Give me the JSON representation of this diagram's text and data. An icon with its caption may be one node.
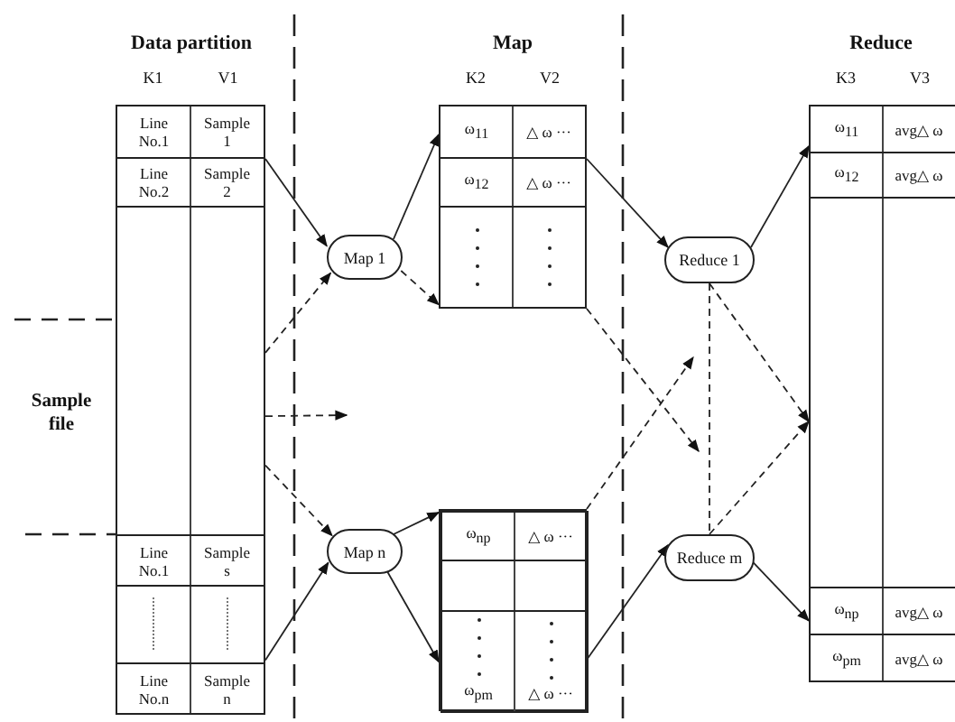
{
  "diagram": {
    "nodes": [
      {
        "text": [
          "Data partition",
          "K1",
          "V1"
        ]
      },
      {
        "text": [
          "Line No.1",
          "Sample 1"
        ],
        "in": 0
      },
      {
        "text": [
          "Line No.2",
          "Sample 2"
        ],
        "in": 0
      },
      {
        "text": [],
        "shape": "box",
        "in": 0
      },
      {
        "text": [
          "Line No.1",
          "Sample s"
        ],
        "in": 0
      },
      {
        "text": [],
        "shape": "box",
        "in": 0
      },
      {
        "text": [
          "Line No.n",
          "Sample n"
        ],
        "in": 0
      },
      {
        "text": [
          "Map 1"
        ]
      },
      {
        "text": [
          "Map n"
        ]
      },
      {
        "text": [
          "Map",
          "K2",
          "V2"
        ]
      },
      {
        "text": [
          "ω$_{11}$",
          "△ ω ···"
        ],
        "in": 9
      },
      {
        "text": [
          "ω$_{12}$",
          "△ ω ···"
        ],
        "in": 9
      },
      {
        "text": [],
        "shape": "box",
        "in": 9
      },
      {
        "text": [],
        "shape": "box"
      },
      {
        "text": [
          "ω$_{np}$",
          "△ ω ···"
        ],
        "in": 13
      },
      {
        "text": [],
        "shape": "box",
        "in": 13
      },
      {
        "text": [
          "ω$_{pm}$",
          "△ ω ···"
        ],
        "in": 13
      },
      {
        "text": [
          "Reduce 1"
        ]
      },
      {
        "text": [
          "Reduce m"
        ]
      },
      {
        "text": [
          "Reduce",
          "K3",
          "V3"
        ]
      },
      {
        "text": [
          "ω$_{11}$",
          "avg△ ω"
        ],
        "in": 19
      },
      {
        "text": [
          "ω$_{12}$",
          "avg△ ω"
        ],
        "in": 19
      },
      {
        "text": [],
        "shape": "box",
        "in": 19
      },
      {
        "text": [
          "ω$_{np}$",
          "avg△ ω"
        ],
        "in": 19
      },
      {
        "text": [
          "ω$_{pm}$",
          "avg△ ω"
        ],
        "in": 19
      }
    ],
    "edges": [
      {
        "from": 1,
        "to": 7,
        "arrow": "to"
      },
      {
        "from": 3,
        "to": 7,
        "arrow": "to",
        "style": "dashed"
      },
      {
        "from": 3,
        "to": null,
        "arrow": "to",
        "style": "dashed"
      },
      {
        "from": 3,
        "to": 8,
        "arrow": "to",
        "style": "dashed"
      },
      {
        "from": 5,
        "to": 8,
        "arrow": "to"
      },
      {
        "from": 7,
        "to": 10,
        "arrow": "to"
      },
      {
        "from": 7,
        "to": 12,
        "arrow": "to",
        "style": "dashed"
      },
      {
        "from": 8,
        "to": 14,
        "arrow": "to"
      },
      {
        "from": 8,
        "to": 16,
        "arrow": "to"
      },
      {
        "from": 10,
        "to": 17,
        "arrow": "to"
      },
      {
        "from": 12,
        "to": null,
        "arrow": "to",
        "style": "dashed"
      },
      {
        "from": 14,
        "to": null,
        "arrow": "to",
        "style": "dashed"
      },
      {
        "from": 16,
        "to": 18,
        "arrow": "to"
      },
      {
        "from": 17,
        "to": 20,
        "arrow": "to"
      },
      {
        "from": 18,
        "to": 23,
        "arrow": "to"
      },
      {
        "from": 17,
        "to": 22,
        "arrow": "to",
        "style": "dashed"
      },
      {
        "from": 18,
        "to": 22,
        "arrow": "to",
        "style": "dashed"
      },
      {
        "from": 17,
        "to": 18,
        "arrow": "none",
        "style": "dashed"
      }
    ],
    "labels": [
      "Sample file"
    ]
  }
}
